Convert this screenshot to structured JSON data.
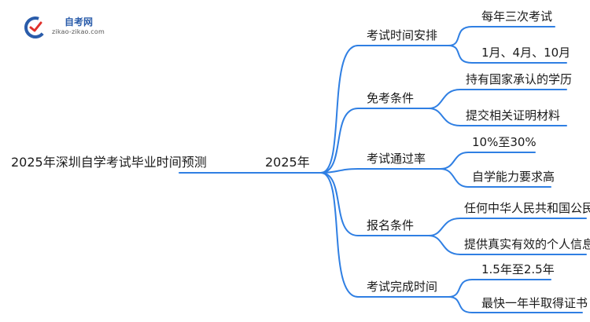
{
  "logo": {
    "name": "自考网",
    "url": "zikao-zikao.com"
  },
  "mindmap": {
    "root": "2025年深圳自学考试毕业时间预测",
    "center": "2025年",
    "branches": [
      {
        "label": "考试时间安排",
        "leaves": [
          "每年三次考试",
          "1月、4月、10月"
        ]
      },
      {
        "label": "免考条件",
        "leaves": [
          "持有国家承认的学历",
          "提交相关证明材料"
        ]
      },
      {
        "label": "考试通过率",
        "leaves": [
          "10%至30%",
          "自学能力要求高"
        ]
      },
      {
        "label": "报名条件",
        "leaves": [
          "任何中华人民共和国公民",
          "提供真实有效的个人信息"
        ]
      },
      {
        "label": "考试完成时间",
        "leaves": [
          "1.5年至2.5年",
          "最快一年半取得证书"
        ]
      }
    ]
  },
  "colors": {
    "edge": "#2f7fe3",
    "logo_blue": "#2a5caa",
    "logo_red": "#e0312b"
  }
}
